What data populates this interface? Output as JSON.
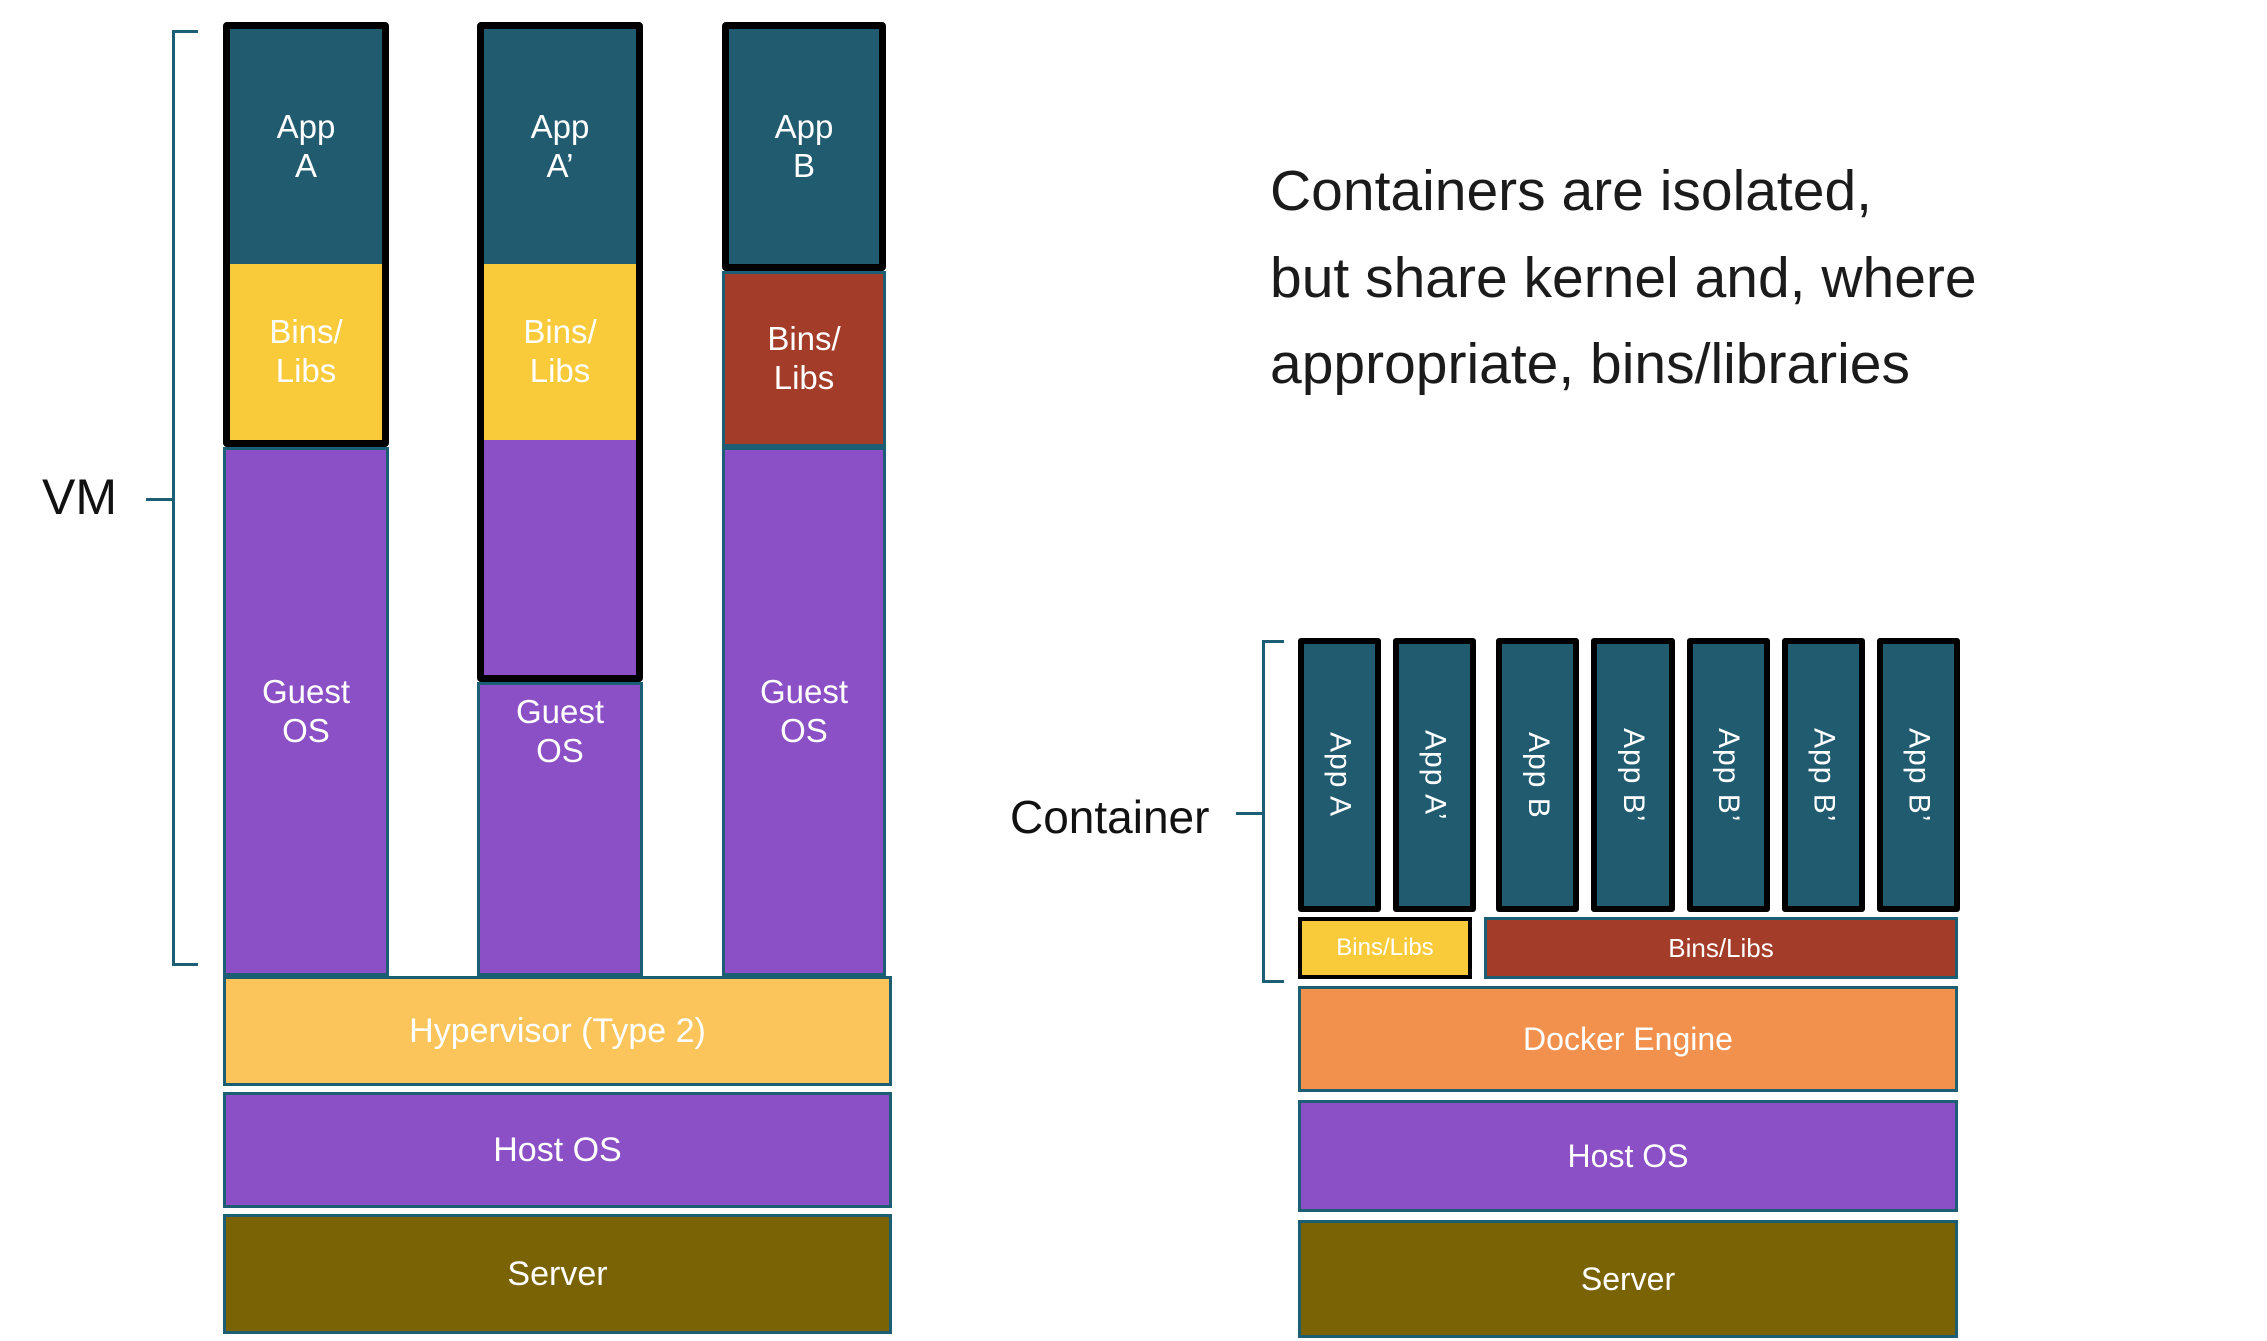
{
  "note": "Containers are isolated,\nbut share kernel and, where\nappropriate, bins/libraries",
  "vm": {
    "label": "VM",
    "columns": [
      {
        "app": "App\nA",
        "bins": "Bins/\nLibs",
        "os": "Guest\nOS"
      },
      {
        "app": "App\nA’",
        "bins": "Bins/\nLibs",
        "os": "Guest\nOS"
      },
      {
        "app": "App\nB",
        "bins": "Bins/\nLibs",
        "os": "Guest\nOS"
      }
    ],
    "layers": [
      {
        "label": "Hypervisor (Type 2)",
        "color": "#FCC55C"
      },
      {
        "label": "Host OS",
        "color": "#8B50C5"
      },
      {
        "label": "Server",
        "color": "#7A6304"
      }
    ]
  },
  "container": {
    "label": "Container",
    "apps": [
      "App A",
      "App A’",
      "App B",
      "App B’",
      "App B’",
      "App B’",
      "App B’"
    ],
    "bins": [
      {
        "label": "Bins/Libs",
        "color": "#F9CB3B"
      },
      {
        "label": "Bins/Libs",
        "color": "#A33C28"
      }
    ],
    "layers": [
      {
        "label": "Docker Engine",
        "color": "#F2914D"
      },
      {
        "label": "Host OS",
        "color": "#8B50C5"
      },
      {
        "label": "Server",
        "color": "#7A6304"
      }
    ]
  },
  "colors": {
    "app_teal": "#215B70",
    "bins_yellow": "#F9CB3B",
    "bins_red": "#A33C28",
    "guest_os_purple": "#8B50C5",
    "hypervisor_orange": "#FCC55C",
    "docker_orange": "#F2914D",
    "server_olive": "#7A6304",
    "outline_teal": "#1C5F75",
    "frame_black": "#000000"
  }
}
